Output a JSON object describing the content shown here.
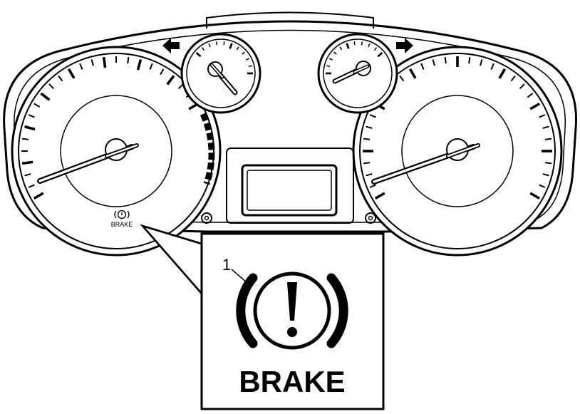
{
  "cluster": {
    "small_label": "BRAKE"
  },
  "callout": {
    "number": "1",
    "label": "BRAKE"
  },
  "icons": {
    "warning": "brake-warning-icon",
    "left": "turn-signal-left-icon",
    "right": "turn-signal-right-icon"
  },
  "colors": {
    "ink": "#000000",
    "paper": "#ffffff"
  }
}
